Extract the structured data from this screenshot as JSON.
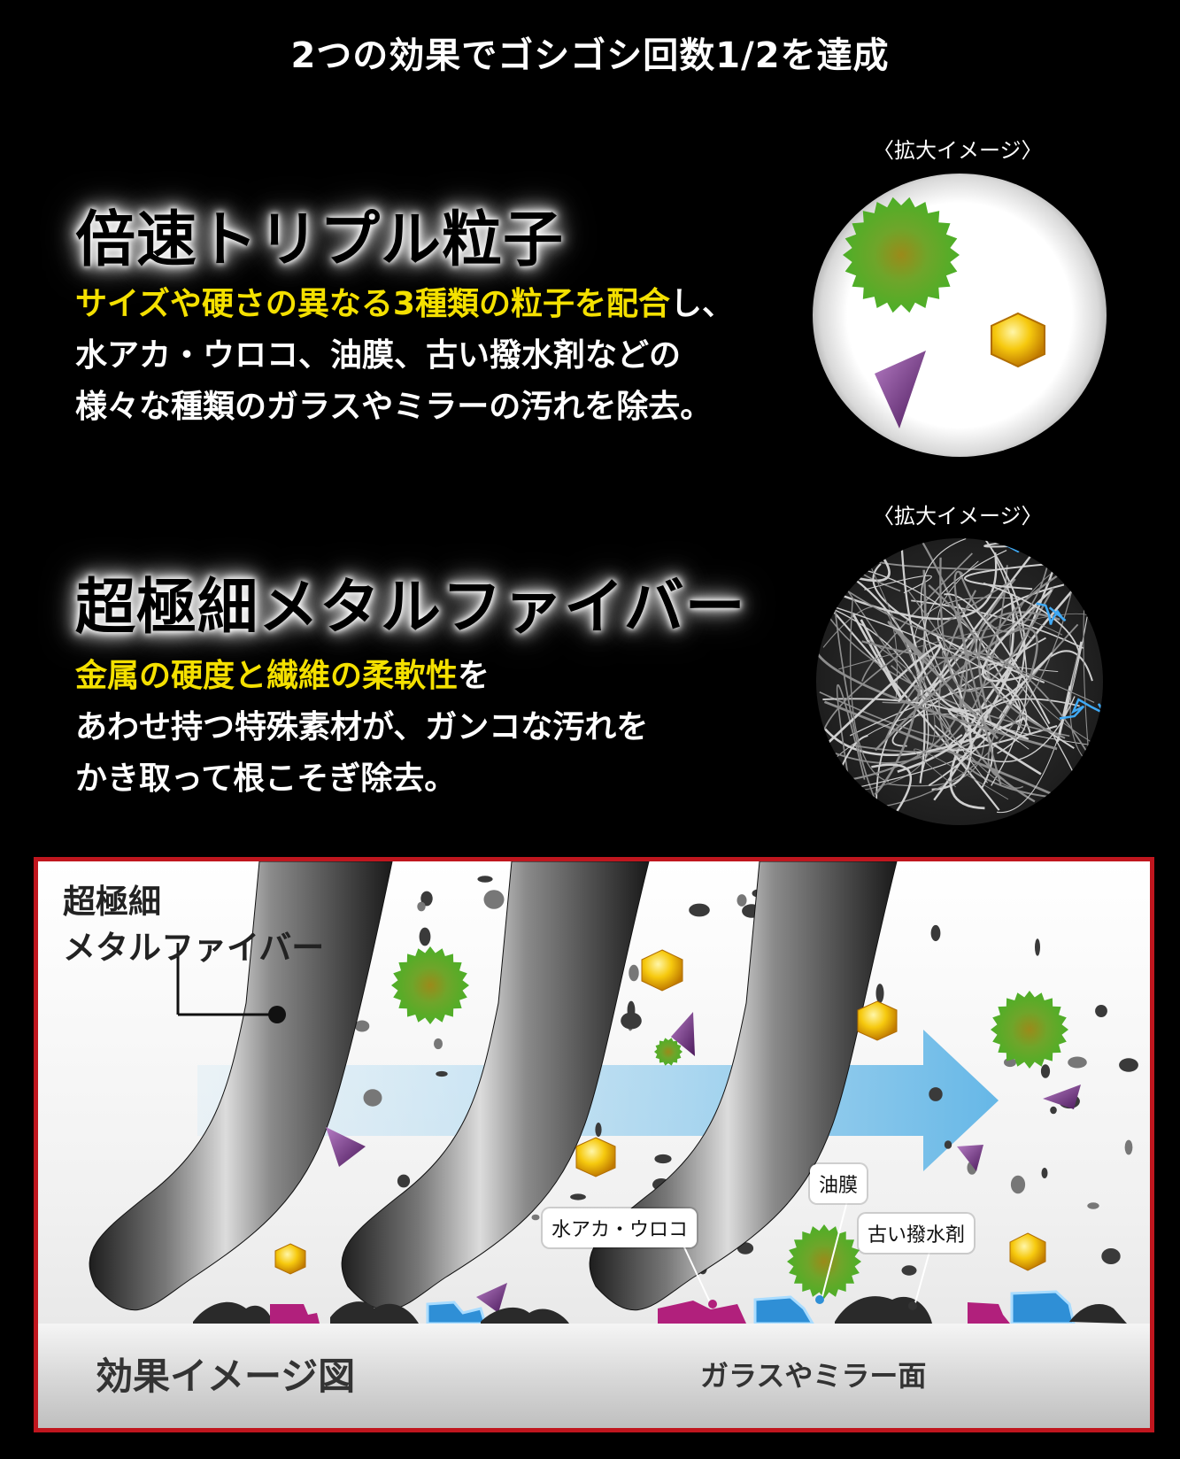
{
  "title": "2つの効果でゴシゴシ回数1/2を達成",
  "sections": [
    {
      "heading": "倍速トリプル粒子",
      "highlight": "サイズや硬さの異なる3種類の粒子を配合",
      "line1_rest": "し、",
      "line2": "水アカ・ウロコ、油膜、古い撥水剤などの",
      "line3": "様々な種類のガラスやミラーの汚れを除去。",
      "image_label": "〈拡大イメージ〉"
    },
    {
      "heading": "超極細メタルファイバー",
      "highlight": "金属の硬度と繊維の柔軟性",
      "line1_rest": "を",
      "line2": "あわせ持つ特殊素材が、ガンコな汚れを",
      "line3": "かき取って根こそぎ除去。",
      "image_label": "〈拡大イメージ〉"
    }
  ],
  "diagram": {
    "fiber_label_line1": "超極細",
    "fiber_label_line2": "メタルファイバー",
    "callouts": {
      "oil_film": "油膜",
      "water_scale": "水アカ・ウロコ",
      "old_repellent": "古い撥水剤"
    },
    "bottom_left": "効果イメージ図",
    "bottom_right": "ガラスやミラー面"
  },
  "colors": {
    "highlight": "#f4e000",
    "frame": "#c0161e",
    "particle_green": "#4caf27",
    "particle_yellow": "#f2b705",
    "particle_purple": "#6b2a7a",
    "arrow": "#7cc3ea"
  },
  "icons": [
    "green-particle-icon",
    "yellow-hexagon-particle-icon",
    "purple-triangle-particle-icon"
  ]
}
